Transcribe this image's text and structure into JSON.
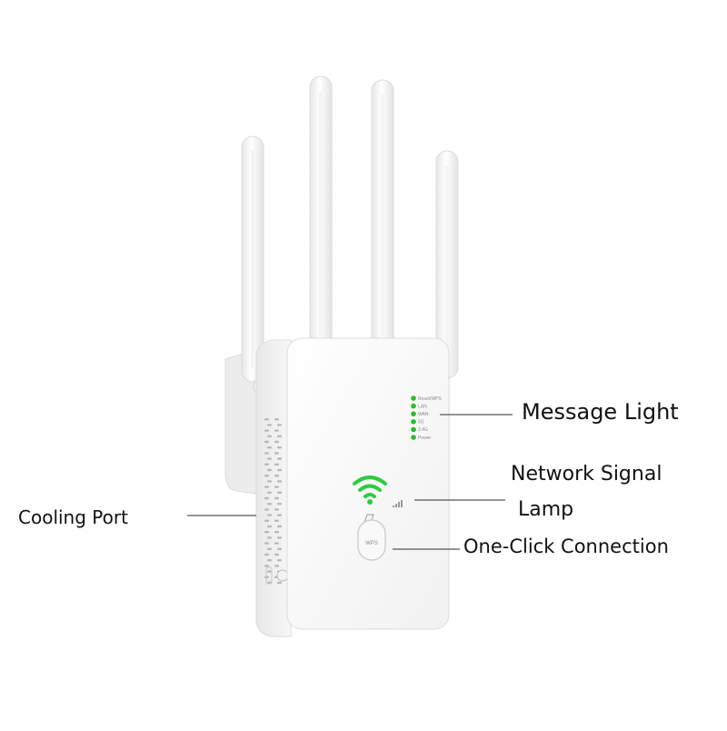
{
  "callouts": {
    "message_light": "Message Light",
    "network_signal_line1": "Network Signal",
    "network_signal_line2": "Lamp",
    "one_click": "One-Click Connection",
    "cooling_port": "Cooling Port"
  },
  "device": {
    "leds": [
      {
        "label": "Reset/WPS"
      },
      {
        "label": "LAN"
      },
      {
        "label": "WAN"
      },
      {
        "label": "5G"
      },
      {
        "label": "2.4G"
      },
      {
        "label": "Power"
      }
    ],
    "wps_button_label": "WPS",
    "led_color": "#2fb82f",
    "wifi_icon_color": "#2ecc40",
    "body_color": "#f7f7f7"
  }
}
